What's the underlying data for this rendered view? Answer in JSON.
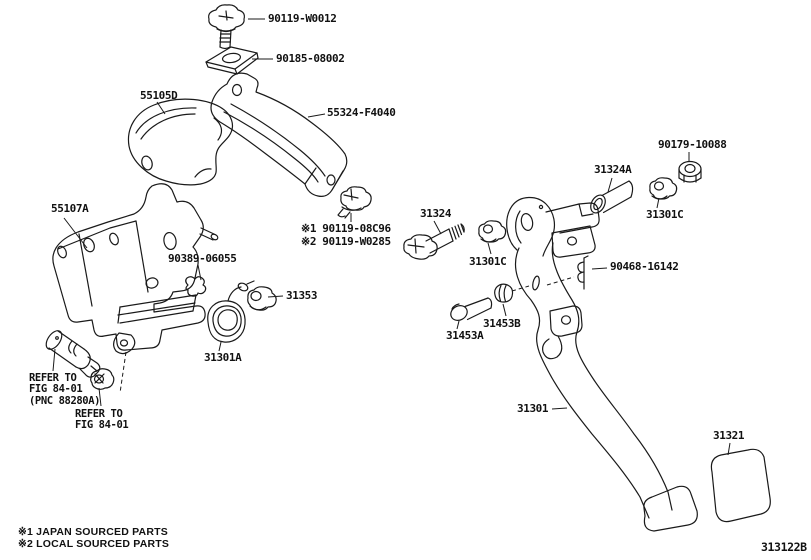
{
  "colors": {
    "ink": "#1a1a1a",
    "background": "#ffffff"
  },
  "diagram": {
    "figure_code": "313122B",
    "legend": {
      "line1": "※1 JAPAN SOURCED PARTS",
      "line2": "※2 LOCAL SOURCED PARTS"
    },
    "labels": {
      "bolt_top": "90119-W0012",
      "clip_nut": "90185-08002",
      "cover": "55105D",
      "brace": "55324-F4040",
      "bracket": "55107A",
      "remark_bolts": "※1 90119-08C96\n※2 90119-W0285",
      "clip_small": "90389-06055",
      "damper": "31353",
      "spring": "31301A",
      "refer_switch": "REFER TO\nFIG 84-01\n(PNC 88280A)",
      "refer_nut": "REFER TO\nFIG 84-01",
      "bolt_pivot": "31324",
      "bush_left": "31301C",
      "collar": "31324A",
      "nut_lock": "90179-10088",
      "bush_right": "31301C",
      "clip_pin": "90468-16142",
      "pin": "31453A",
      "bush_pin": "31453B",
      "pedal": "31301",
      "pad": "31321"
    }
  }
}
